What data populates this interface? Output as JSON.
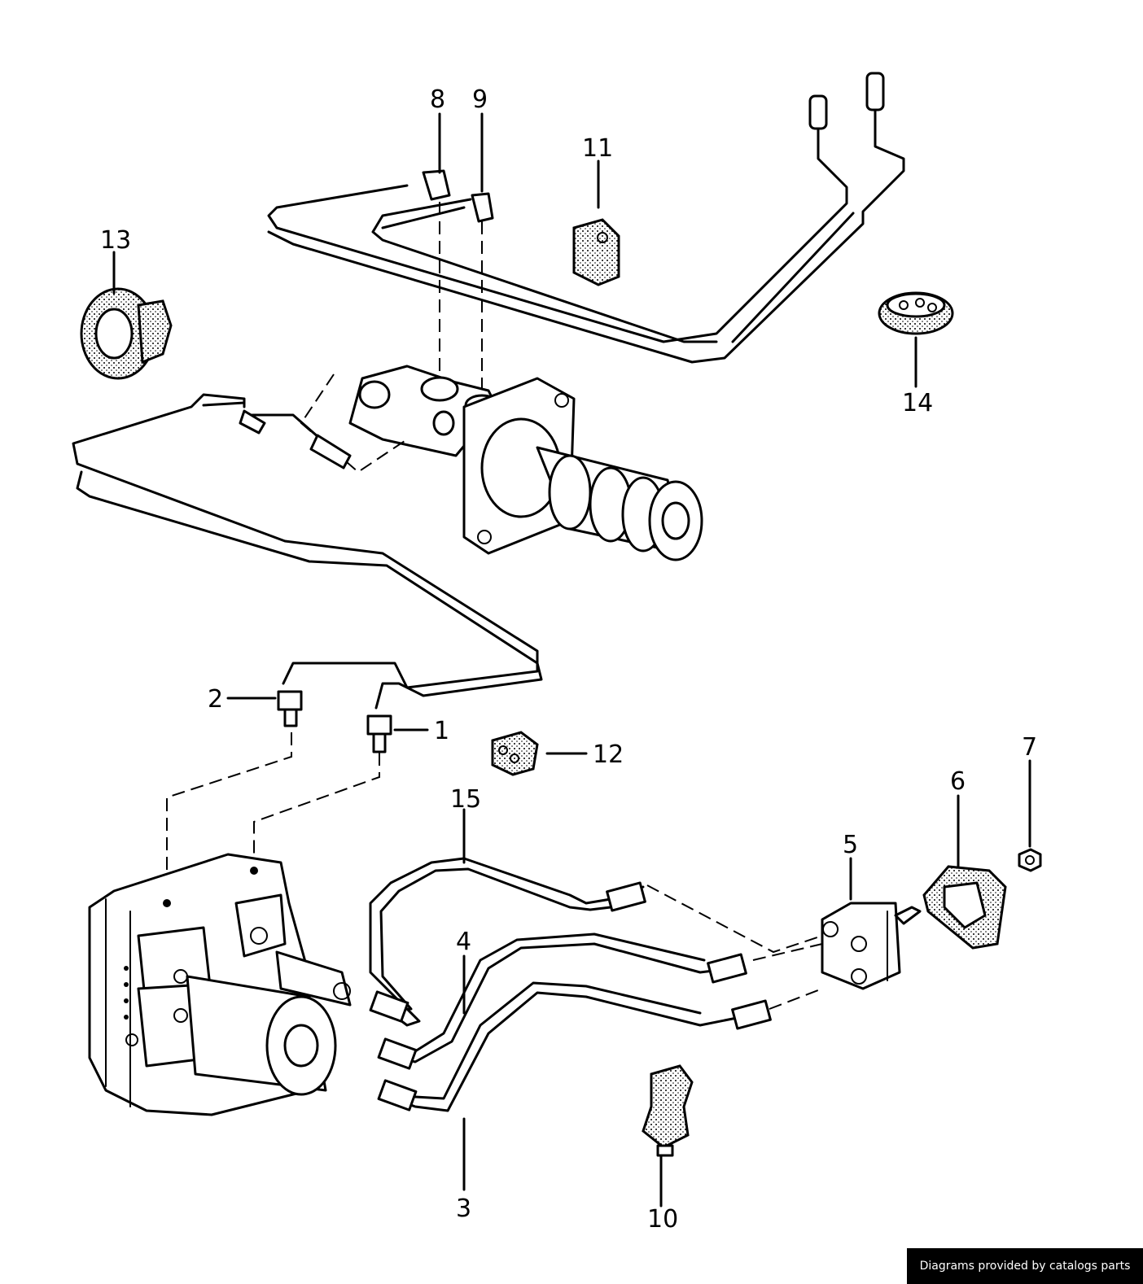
{
  "callouts": [
    {
      "id": "1",
      "label": "1"
    },
    {
      "id": "2",
      "label": "2"
    },
    {
      "id": "3",
      "label": "3"
    },
    {
      "id": "4",
      "label": "4"
    },
    {
      "id": "5",
      "label": "5"
    },
    {
      "id": "6",
      "label": "6"
    },
    {
      "id": "7",
      "label": "7"
    },
    {
      "id": "8",
      "label": "8"
    },
    {
      "id": "9",
      "label": "9"
    },
    {
      "id": "10",
      "label": "10"
    },
    {
      "id": "11",
      "label": "11"
    },
    {
      "id": "12",
      "label": "12"
    },
    {
      "id": "13",
      "label": "13"
    },
    {
      "id": "14",
      "label": "14"
    },
    {
      "id": "15",
      "label": "15"
    }
  ],
  "watermark": "Diagrams provided by catalogs parts"
}
